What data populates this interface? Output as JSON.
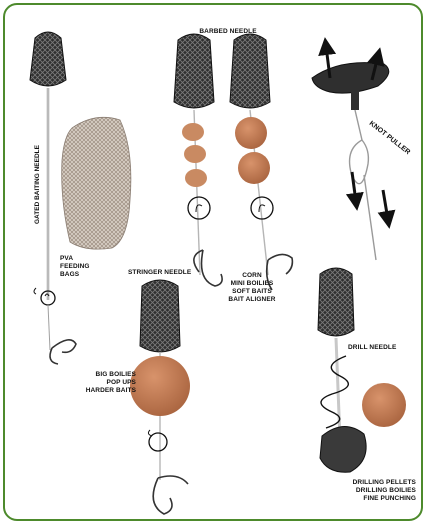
{
  "labels": {
    "barbed_needle": "BARBED NEEDLE",
    "gated_baiting_needle": "GATED BAITING NEEDLE",
    "pva_feeding_bags": [
      "PVA",
      "FEEDING",
      "BAGS"
    ],
    "corn_group": [
      "CORN",
      "MINI BOILIES",
      "SOFT BAITS",
      "BAIT ALIGNER"
    ],
    "stringer_needle": "STRINGER NEEDLE",
    "big_boilies_group": [
      "BIG BOILIES",
      "POP UPS",
      "HARDER BAITS"
    ],
    "knot_puller": "KNOT PULLER",
    "drill_needle": "DRILL NEEDLE",
    "drilling_group": [
      "DRILLING PELLETS",
      "DRILLING BOILIES",
      "FINE PUNCHING"
    ]
  },
  "colors": {
    "border": "#4d8a2c",
    "handle": "#2b2b2b",
    "boilie": "#b8734d",
    "arrow": "#111111"
  },
  "icons": [
    "needle-handle-icon",
    "boilie-icon",
    "hook-icon",
    "arrow-icon",
    "pva-bag-icon",
    "knot-puller-icon"
  ]
}
